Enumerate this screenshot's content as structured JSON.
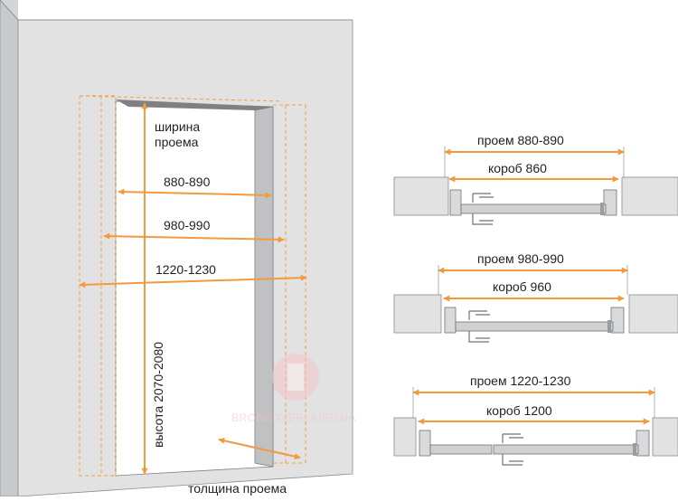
{
  "front_view": {
    "width_caption_line1": "ширина",
    "width_caption_line2": "проема",
    "dim_box_width": "880-890",
    "dim_opening_width": "980-990",
    "dim_outer_width": "1220-1230",
    "height_caption": "высота 2070-2080",
    "thickness_caption": "толщина проема"
  },
  "sections": [
    {
      "opening_label": "проем 880-890",
      "frame_label": "короб 860"
    },
    {
      "opening_label": "проем 980-990",
      "frame_label": "короб 960"
    },
    {
      "opening_label": "проем 1220-1230",
      "frame_label": "короб 1200"
    }
  ],
  "watermark": {
    "text": "BRONEDVERI.KIEV.UA"
  },
  "colors": {
    "arrow": "#f39a3c",
    "dashed_guide": "#f0a040",
    "wall": "#e2e2e3",
    "wall_shadow": "#c8c9ca",
    "outline": "#7d7f82",
    "watermark": "#f3c2c6"
  }
}
